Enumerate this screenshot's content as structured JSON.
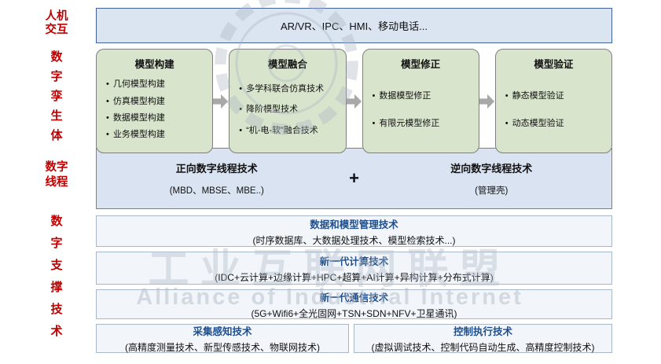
{
  "sidebar": {
    "labels": [
      {
        "id": "human-machine-interaction",
        "text": "人机\n交互"
      },
      {
        "id": "digital-twin-body",
        "text": "数\n字\n孪\n生\n体"
      },
      {
        "id": "digital-thread",
        "text": "数字\n线程"
      },
      {
        "id": "digital-support-tech",
        "text": "数\n字\n支\n撑\n技\n术"
      }
    ]
  },
  "top_bar": {
    "text": "AR/VR、IPC、HMI、移动电话..."
  },
  "model_boxes": [
    {
      "title": "模型构建",
      "items": [
        "几何模型构建",
        "仿真模型构建",
        "数据模型构建",
        "业务模型构建"
      ]
    },
    {
      "title": "模型融合",
      "items": [
        "多学科联合仿真技术",
        "降阶模型技术",
        "“机-电-软”融合技术"
      ]
    },
    {
      "title": "模型修正",
      "items": [
        "数据模型修正",
        "有限元模型修正"
      ]
    },
    {
      "title": "模型验证",
      "items": [
        "静态模型验证",
        "动态模型验证"
      ]
    }
  ],
  "thread_bar": {
    "left_title": "正向数字线程技术",
    "left_sub": "(MBD、MBSE、MBE..)",
    "plus": "+",
    "right_title": "逆向数字线程技术",
    "right_sub": "(管理壳)"
  },
  "support_bars": [
    {
      "title": "数据和模型管理技术",
      "sub": "(时序数据库、大数据处理技术、模型检索技术...)"
    },
    {
      "title": "新一代计算技术",
      "sub": "(IDC+云计算+边缘计算+HPC+超算+AI计算+异构计算+分布式计算)"
    },
    {
      "title": "新一代通信技术",
      "sub": "(5G+Wifi6+全光固网+TSN+SDN+NFV+卫星通讯)"
    }
  ],
  "bottom_bars": [
    {
      "title": "采集感知技术",
      "sub": "(高精度测量技术、新型传感技术、物联网技术)"
    },
    {
      "title": "控制执行技术",
      "sub": "(虚拟调试技术、控制代码自动生成、高精度控制技术)"
    }
  ],
  "watermark": {
    "cn": "工业互联网联盟",
    "en": "Alliance of Industrial Internet"
  },
  "colors": {
    "accent_red": "#c00000",
    "bar_title_blue": "#1f4e8c",
    "green_box_fill": "#d8e4cc",
    "blue_fill": "#dbe5f1",
    "arrow_gray": "#a8a8a8"
  }
}
